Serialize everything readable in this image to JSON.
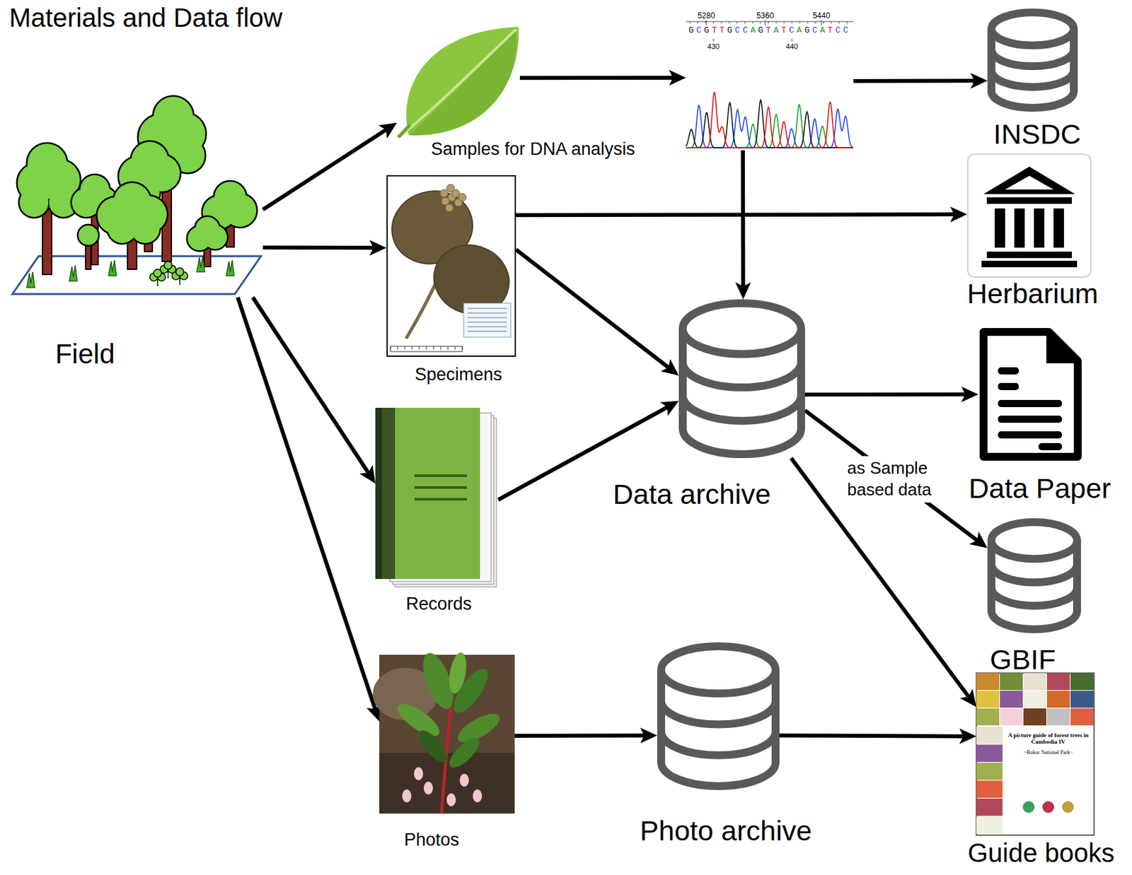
{
  "diagram": {
    "title": "Materials and Data flow",
    "nodes": [
      {
        "text": [
          "Field"
        ]
      },
      {
        "text": [
          "Samples for DNA analysis"
        ]
      },
      {
        "text": [
          "5280",
          "5360",
          "5440",
          "GCGTTGCCAGTATCAGCATCC",
          "430",
          "440"
        ]
      },
      {
        "text": [
          "INSDC"
        ]
      },
      {
        "text": [
          "Specimens"
        ]
      },
      {
        "text": [
          "Herbarium"
        ]
      },
      {
        "text": [
          "Data archive"
        ]
      },
      {
        "text": [
          "Data Paper"
        ]
      },
      {
        "text": [
          "Records"
        ]
      },
      {
        "text": [
          "GBIF"
        ]
      },
      {
        "text": [
          "Photos"
        ]
      },
      {
        "text": [
          "Photo archive"
        ]
      },
      {
        "text": [
          "Guide books",
          "A picture guide of forest trees in Cambodia IV",
          "~Bokor National Park~"
        ]
      }
    ],
    "edges": [
      {
        "from": 0,
        "to": 1,
        "arrow": "to"
      },
      {
        "from": 0,
        "to": 4,
        "arrow": "to"
      },
      {
        "from": 0,
        "to": 8,
        "arrow": "to"
      },
      {
        "from": 0,
        "to": 10,
        "arrow": "to"
      },
      {
        "from": 1,
        "to": 2,
        "arrow": "to"
      },
      {
        "from": 2,
        "to": 3,
        "arrow": "to"
      },
      {
        "from": 2,
        "to": 6,
        "arrow": "to"
      },
      {
        "from": 4,
        "to": 5,
        "arrow": "to"
      },
      {
        "from": 4,
        "to": 6,
        "arrow": "to"
      },
      {
        "from": 8,
        "to": 6,
        "arrow": "to"
      },
      {
        "from": 6,
        "to": 7,
        "arrow": "to"
      },
      {
        "from": 6,
        "to": 9,
        "label": "as Sample based data",
        "arrow": "to"
      },
      {
        "from": 6,
        "to": 12,
        "arrow": "to"
      },
      {
        "from": 10,
        "to": 11,
        "arrow": "to"
      },
      {
        "from": 11,
        "to": 12,
        "arrow": "to"
      }
    ]
  }
}
